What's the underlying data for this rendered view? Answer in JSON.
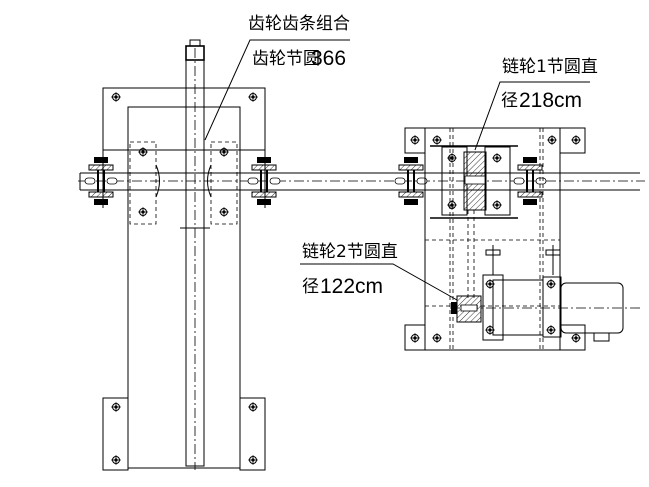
{
  "labels": {
    "rack_pinion_title": "齿轮齿条组合",
    "rack_pinion_pitch_prefix": "齿轮节圆",
    "rack_pinion_pitch_value": "366",
    "sprocket1_line1": "链轮1节圆直",
    "sprocket1_prefix": "径",
    "sprocket1_value": "218cm",
    "sprocket2_line1": "链轮2节圆直",
    "sprocket2_prefix": "径",
    "sprocket2_value": "122cm"
  }
}
